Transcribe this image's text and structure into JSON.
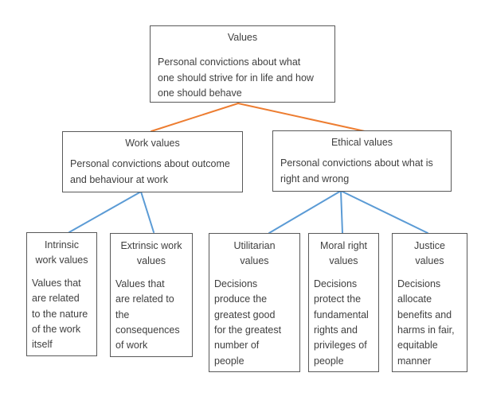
{
  "colors": {
    "level1_connector_orange": "#ED7D31",
    "level2_connector_blue": "#5B9BD5",
    "box_border": "#595959",
    "text": "#3F3F3F"
  },
  "nodes": {
    "values": {
      "title": "Values",
      "description": "Personal convictions about what\none should strive for in life and how\none should behave"
    },
    "work": {
      "title": "Work values",
      "description": "Personal convictions about outcome\nand behaviour at work"
    },
    "ethical": {
      "title": "Ethical values",
      "description": "Personal convictions about what is\nright and wrong"
    },
    "intrinsic": {
      "title": "Intrinsic\nwork values",
      "description": "Values that\nare related\nto the nature\nof the work\nitself"
    },
    "extrinsic": {
      "title": "Extrinsic work\nvalues",
      "description": "Values that\nare related to\nthe\nconsequences\nof work"
    },
    "utilitarian": {
      "title": "Utilitarian\nvalues",
      "description": "Decisions\nproduce the\ngreatest good\nfor the greatest\nnumber of\npeople"
    },
    "moral": {
      "title": "Moral right\nvalues",
      "description": "Decisions\nprotect the\nfundamental\nrights and\nprivileges of\npeople"
    },
    "justice": {
      "title": "Justice\nvalues",
      "description": "Decisions\nallocate\nbenefits and\nharms in fair,\nequitable\nmanner"
    }
  }
}
